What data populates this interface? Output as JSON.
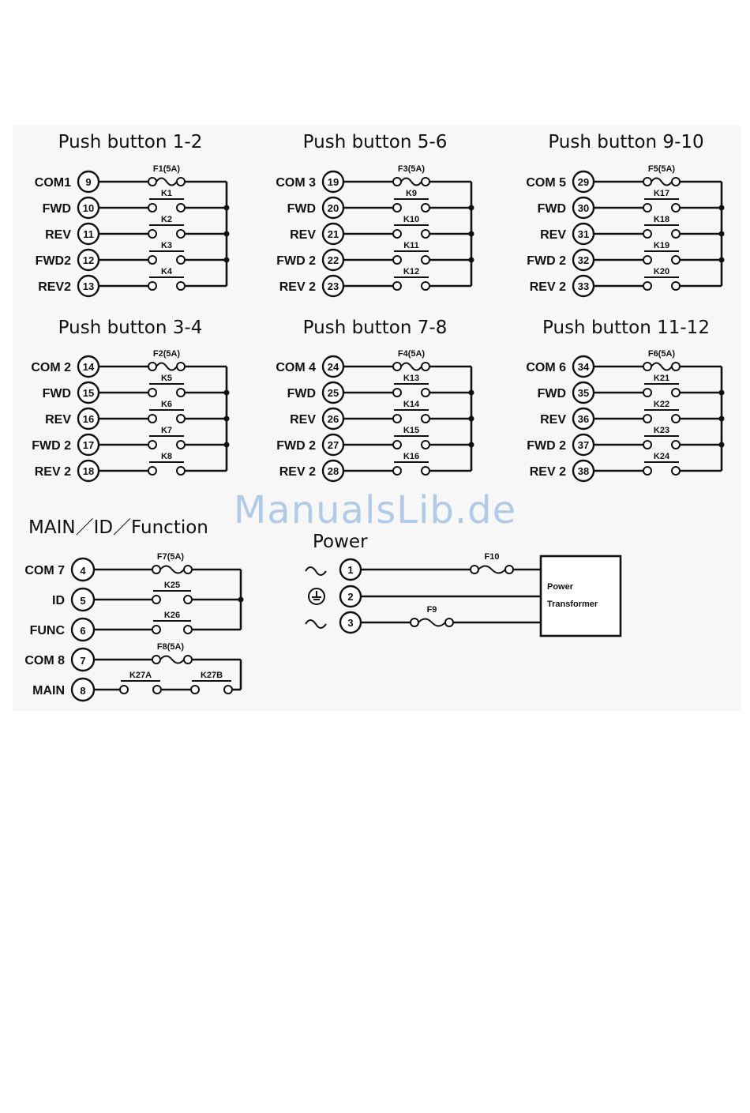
{
  "watermark": "ManualsLib.de",
  "colors": {
    "line": "#111111",
    "background": "#f7f7f7",
    "watermark": "#78a5dc"
  },
  "groups": [
    {
      "title": "Push button 1-2",
      "fuse": "F1(5A)",
      "rows": [
        {
          "label": "COM1",
          "num": "9"
        },
        {
          "label": "FWD",
          "num": "10",
          "contact": "K1"
        },
        {
          "label": "REV",
          "num": "11",
          "contact": "K2"
        },
        {
          "label": "FWD2",
          "num": "12",
          "contact": "K3"
        },
        {
          "label": "REV2",
          "num": "13",
          "contact": "K4"
        }
      ]
    },
    {
      "title": "Push button 5-6",
      "fuse": "F3(5A)",
      "rows": [
        {
          "label": "COM 3",
          "num": "19"
        },
        {
          "label": "FWD",
          "num": "20",
          "contact": "K9"
        },
        {
          "label": "REV",
          "num": "21",
          "contact": "K10"
        },
        {
          "label": "FWD 2",
          "num": "22",
          "contact": "K11"
        },
        {
          "label": "REV 2",
          "num": "23",
          "contact": "K12"
        }
      ]
    },
    {
      "title": "Push button 9-10",
      "fuse": "F5(5A)",
      "rows": [
        {
          "label": "COM 5",
          "num": "29"
        },
        {
          "label": "FWD",
          "num": "30",
          "contact": "K17"
        },
        {
          "label": "REV",
          "num": "31",
          "contact": "K18"
        },
        {
          "label": "FWD 2",
          "num": "32",
          "contact": "K19"
        },
        {
          "label": "REV 2",
          "num": "33",
          "contact": "K20"
        }
      ]
    },
    {
      "title": "Push button 3-4",
      "fuse": "F2(5A)",
      "rows": [
        {
          "label": "COM 2",
          "num": "14"
        },
        {
          "label": "FWD",
          "num": "15",
          "contact": "K5"
        },
        {
          "label": "REV",
          "num": "16",
          "contact": "K6"
        },
        {
          "label": "FWD 2",
          "num": "17",
          "contact": "K7"
        },
        {
          "label": "REV 2",
          "num": "18",
          "contact": "K8"
        }
      ]
    },
    {
      "title": "Push button 7-8",
      "fuse": "F4(5A)",
      "rows": [
        {
          "label": "COM 4",
          "num": "24"
        },
        {
          "label": "FWD",
          "num": "25",
          "contact": "K13"
        },
        {
          "label": "REV",
          "num": "26",
          "contact": "K14"
        },
        {
          "label": "FWD 2",
          "num": "27",
          "contact": "K15"
        },
        {
          "label": "REV 2",
          "num": "28",
          "contact": "K16"
        }
      ]
    },
    {
      "title": "Push button 11-12",
      "fuse": "F6(5A)",
      "rows": [
        {
          "label": "COM 6",
          "num": "34"
        },
        {
          "label": "FWD",
          "num": "35",
          "contact": "K21"
        },
        {
          "label": "REV",
          "num": "36",
          "contact": "K22"
        },
        {
          "label": "FWD 2",
          "num": "37",
          "contact": "K23"
        },
        {
          "label": "REV 2",
          "num": "38",
          "contact": "K24"
        }
      ]
    }
  ],
  "main": {
    "title": "MAIN／ID／Function",
    "fuse1": "F7(5A)",
    "fuse2": "F8(5A)",
    "rows": [
      {
        "label": "COM 7",
        "num": "4"
      },
      {
        "label": "ID",
        "num": "5",
        "contact": "K25"
      },
      {
        "label": "FUNC",
        "num": "6",
        "contact": "K26"
      },
      {
        "label": "COM 8",
        "num": "7"
      },
      {
        "label": "MAIN",
        "num": "8",
        "contact_a": "K27A",
        "contact_b": "K27B"
      }
    ]
  },
  "power": {
    "title": "Power",
    "rows": [
      {
        "symbol": "~",
        "num": "1",
        "fuse": "F10"
      },
      {
        "symbol": "ground",
        "num": "2"
      },
      {
        "symbol": "~",
        "num": "3",
        "fuse": "F9"
      }
    ],
    "box": [
      "Power",
      "Transformer"
    ]
  }
}
